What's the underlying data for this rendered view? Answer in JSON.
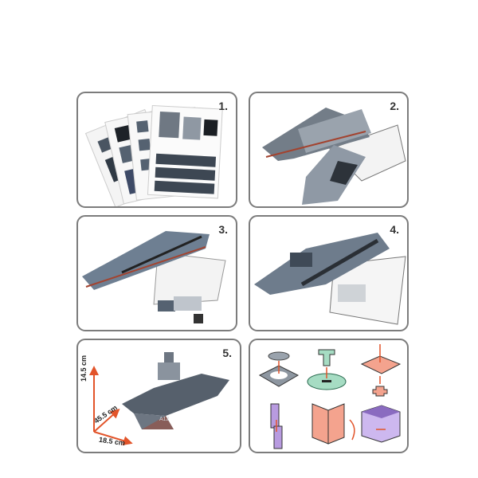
{
  "steps": [
    {
      "label": "1.",
      "description": "printed sheets"
    },
    {
      "label": "2.",
      "description": "hull and deck assembly"
    },
    {
      "label": "3.",
      "description": "deck with parts"
    },
    {
      "label": "4.",
      "description": "deck with aircraft"
    },
    {
      "label": "5.",
      "description": "completed aircraft carrier"
    }
  ],
  "dimensions": {
    "height": "14.5 cm",
    "length": "45.5 cm",
    "width": "18.5 cm"
  },
  "hull_code": "A12",
  "colors": {
    "border": "#7c7c7c",
    "arrow": "#e2542a",
    "deck": "#5d6a7a",
    "hull_red": "#a3432f",
    "part_gray": "#9aa3ad",
    "part_green": "#a6dcc3",
    "part_salmon": "#f4a38e",
    "part_purple": "#b89be0"
  }
}
